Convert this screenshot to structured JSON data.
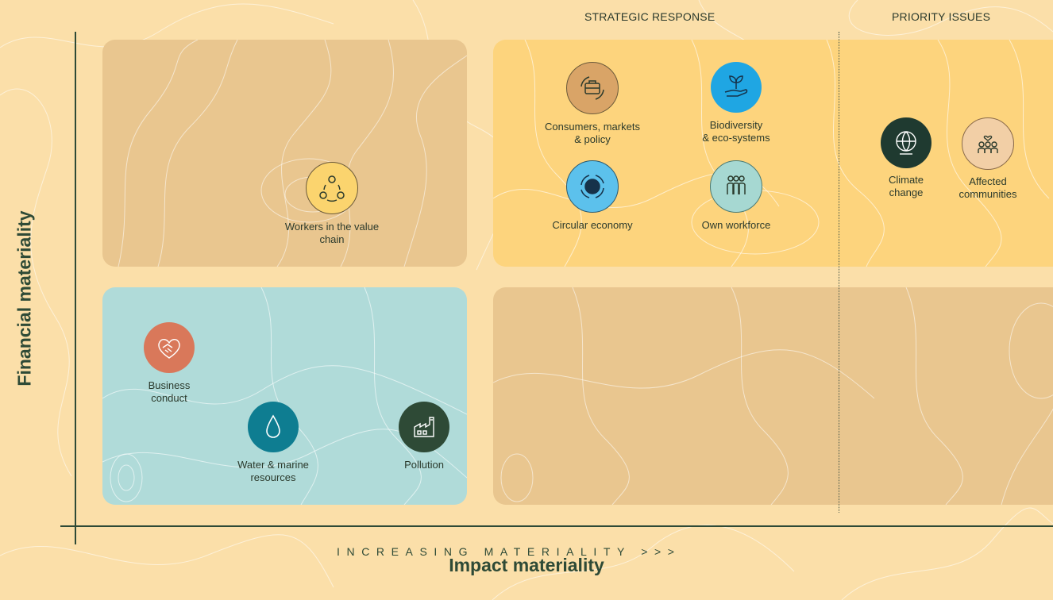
{
  "headers": {
    "strategic_response": "STRATEGIC RESPONSE",
    "priority_issues": "PRIORITY ISSUES"
  },
  "axes": {
    "y_label": "Financial materiality",
    "x_label": "Impact materiality",
    "increasing": "INCREASING MATERIALITY >>>"
  },
  "colors": {
    "background": "#fbdfa9",
    "quadrant_tan": "#e9c68f",
    "quadrant_yellow": "#fdd47d",
    "quadrant_teal": "#b0dbd9",
    "axis": "#2e4a36"
  },
  "topics": {
    "workers": {
      "label_1": "Workers in the value",
      "label_2": "chain",
      "icon": "people-cycle-icon",
      "color": "#fbd46e"
    },
    "consumers": {
      "label_1": "Consumers, markets",
      "label_2": "& policy",
      "icon": "briefcase-cycle-icon",
      "color": "#d9a467"
    },
    "biodiversity": {
      "label_1": "Biodiversity",
      "label_2": "& eco-systems",
      "icon": "hand-plant-icon",
      "color": "#1fa6e3"
    },
    "circular": {
      "label_1": "Circular economy",
      "icon": "globe-cycle-icon",
      "color": "#5cc1ec"
    },
    "workforce": {
      "label_1": "Own workforce",
      "icon": "workforce-icon",
      "color": "#a6d8d2"
    },
    "climate": {
      "label_1": "Climate",
      "label_2": "change",
      "icon": "globe-people-icon",
      "color": "#1f3a30"
    },
    "communities": {
      "label_1": "Affected",
      "label_2": "communities",
      "icon": "community-heart-icon",
      "color": "#f2cfa6"
    },
    "business": {
      "label_1": "Business",
      "label_2": "conduct",
      "icon": "handshake-heart-icon",
      "color": "#d9785a"
    },
    "water": {
      "label_1": "Water & marine",
      "label_2": "resources",
      "icon": "water-drop-icon",
      "color": "#0e7d91"
    },
    "pollution": {
      "label_1": "Pollution",
      "icon": "factory-icon",
      "color": "#2e4a36"
    }
  }
}
